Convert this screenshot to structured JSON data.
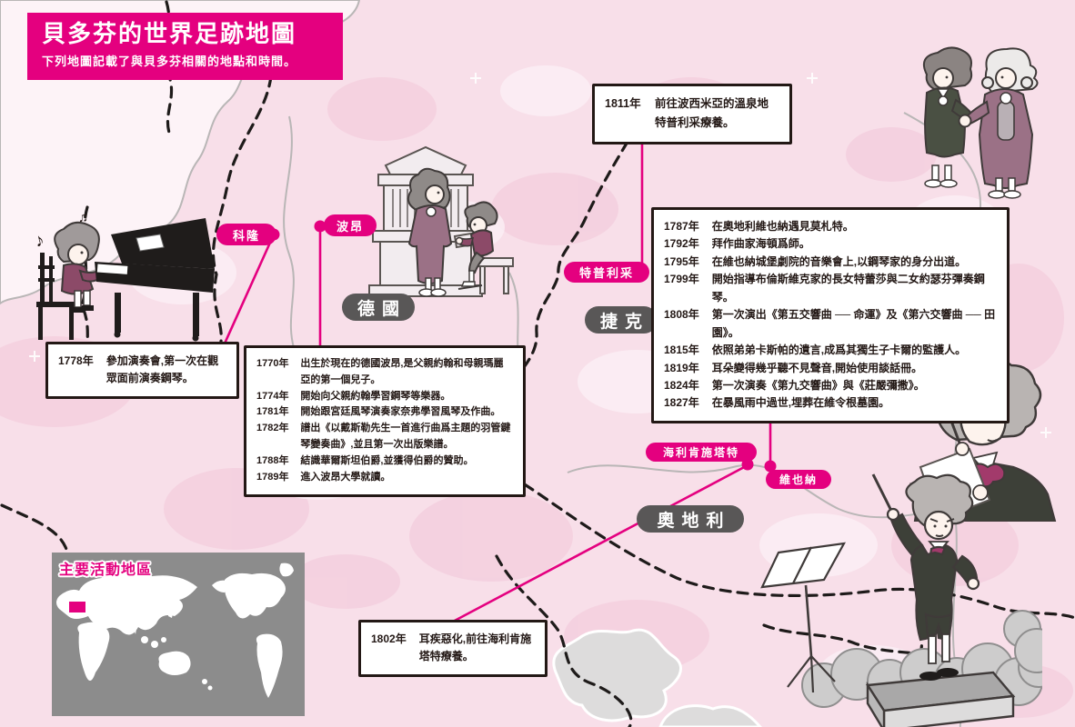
{
  "header": {
    "title": "貝多芬的世界足跡地圖",
    "subtitle": "下列地圖記載了與貝多芬相關的地點和時間。"
  },
  "colors": {
    "magenta": "#e4007f",
    "country_pill_gray": "#595757",
    "map_pink": "#f8dfe9",
    "ink": "#231815"
  },
  "countries": [
    {
      "label": "德國"
    },
    {
      "label": "捷克"
    },
    {
      "label": "奧地利"
    }
  ],
  "places": [
    {
      "label": "科隆"
    },
    {
      "label": "波昂"
    },
    {
      "label": "特普利采"
    },
    {
      "label": "海利肯施塔特"
    },
    {
      "label": "維也納"
    }
  ],
  "boxes": {
    "performance_1778": {
      "entries": [
        {
          "year": "1778年",
          "text": "參加演奏會,第一次在觀眾面前演奏鋼琴。"
        }
      ]
    },
    "bonn_years": {
      "entries": [
        {
          "year": "1770年",
          "text": "出生於現在的德國波昂,是父親約翰和母親瑪麗亞的第一個兒子。"
        },
        {
          "year": "1774年",
          "text": "開始向父親約翰學習鋼琴等樂器。"
        },
        {
          "year": "1781年",
          "text": "開始跟宮廷風琴演奏家奈弗學習風琴及作曲。"
        },
        {
          "year": "1782年",
          "text": "譜出《以戴斯勒先生一首進行曲爲主題的羽管鍵琴變奏曲》,並且第一次出版樂譜。"
        },
        {
          "year": "1788年",
          "text": "結識華爾斯坦伯爵,並獲得伯爵的贊助。"
        },
        {
          "year": "1789年",
          "text": "進入波昂大學就讀。"
        }
      ]
    },
    "teplice_1811": {
      "entries": [
        {
          "year": "1811年",
          "text": "前往波西米亞的溫泉地特普利采療養。"
        }
      ]
    },
    "vienna_years": {
      "entries": [
        {
          "year": "1787年",
          "text": "在奧地利維也納遇見莫札特。"
        },
        {
          "year": "1792年",
          "text": "拜作曲家海頓爲師。"
        },
        {
          "year": "1795年",
          "text": "在維也納城堡劇院的音樂會上,以鋼琴家的身分出道。"
        },
        {
          "year": "1799年",
          "text": "開始指導布倫斯維克家的長女特蕾莎與二女約瑟芬彈奏鋼琴。"
        },
        {
          "year": "1808年",
          "text": "第一次演出《第五交響曲 ── 命運》及《第六交響曲 ── 田園》。"
        },
        {
          "year": "1815年",
          "text": "依照弟弟卡斯帕的遺言,成爲其獨生子卡爾的監護人。"
        },
        {
          "year": "1819年",
          "text": "耳朵變得幾乎聽不見聲音,開始使用談話冊。"
        },
        {
          "year": "1824年",
          "text": "第一次演奏《第九交響曲》與《莊嚴彌撒》。"
        },
        {
          "year": "1827年",
          "text": "在暴風雨中過世,埋葬在維令根墓園。"
        }
      ]
    },
    "heiligenstadt_1802": {
      "entries": [
        {
          "year": "1802年",
          "text": "耳疾惡化,前往海利肯施塔特療養。"
        }
      ]
    }
  },
  "inset": {
    "label": "主要活動地區"
  },
  "icons": {
    "music_note": "♪",
    "music_note_double": "♫"
  }
}
